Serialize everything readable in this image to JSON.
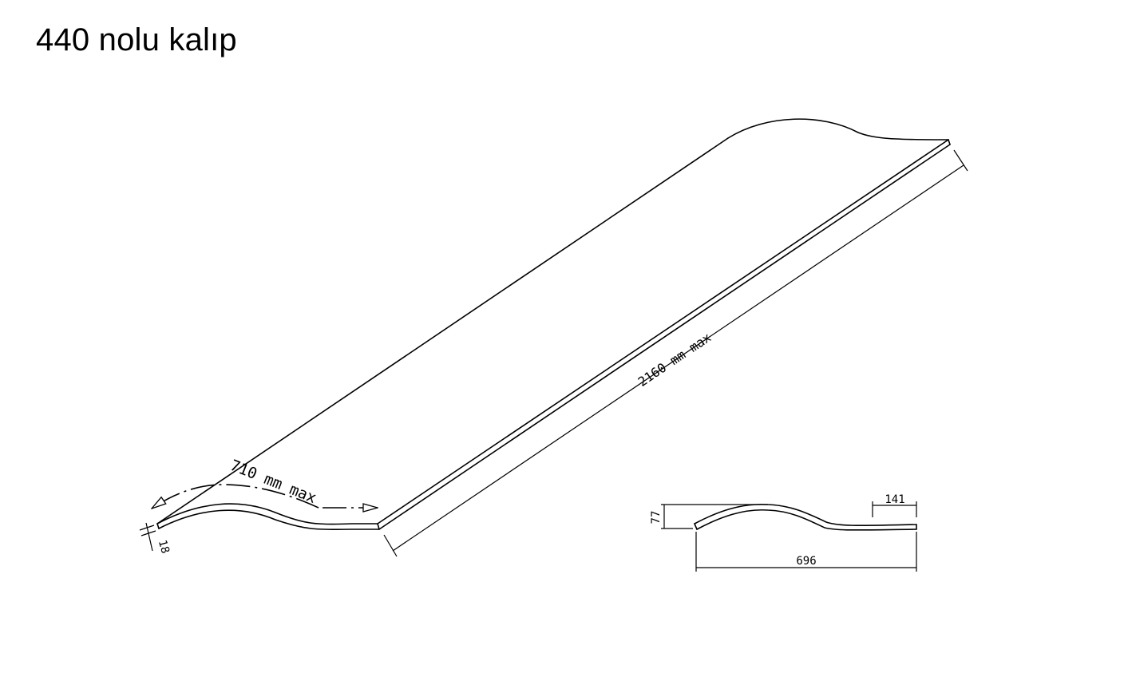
{
  "title": "440 nolu kalıp",
  "dimensions": {
    "length": "2160 mm max",
    "width": "710 mm max",
    "thickness": "18",
    "profile_width": "696",
    "profile_height": "77",
    "flat_segment": "141"
  },
  "colors": {
    "line": "#000000",
    "background": "#ffffff"
  }
}
